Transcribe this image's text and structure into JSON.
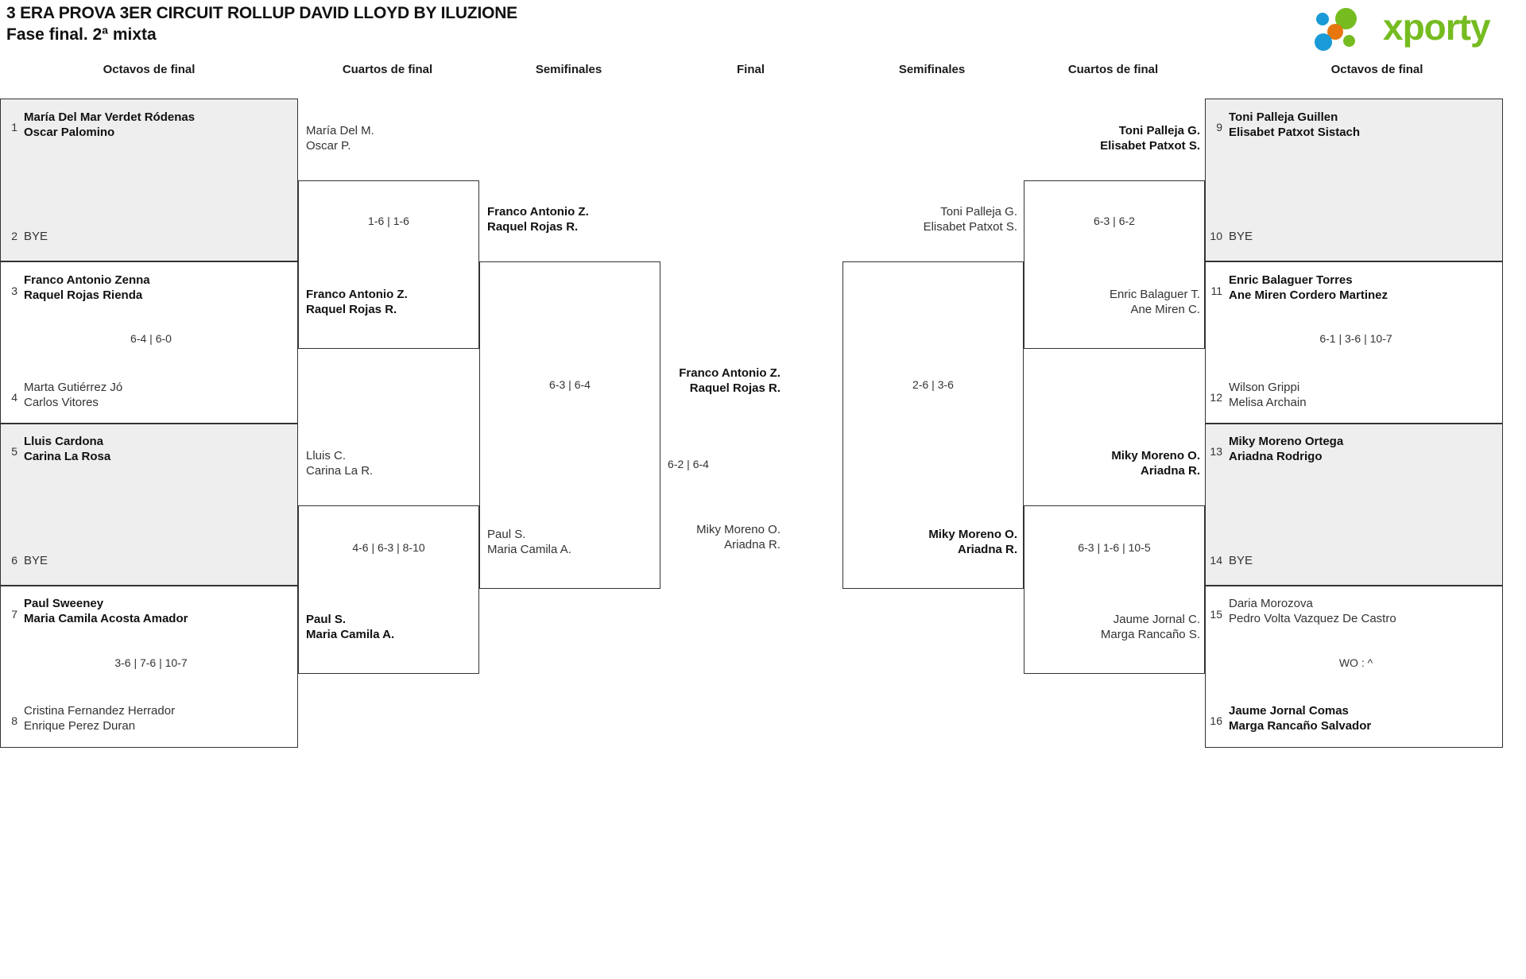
{
  "header": {
    "title": "3 ERA PROVA 3ER CIRCUIT ROLLUP DAVID LLOYD BY ILUZIONE",
    "phase": "Fase final. 2ª mixta",
    "brand": "xporty",
    "brand_color": "#76bc21",
    "logo_dot_colors": [
      "#1a9ad7",
      "#e8760e",
      "#76bc21"
    ]
  },
  "rounds": {
    "left_r16": "Octavos de final",
    "left_qf": "Cuartos de final",
    "left_sf": "Semifinales",
    "final": "Final",
    "right_sf": "Semifinales",
    "right_qf": "Cuartos de final",
    "right_r16": "Octavos de final"
  },
  "left_r16": [
    {
      "seed_top": "1",
      "top_l1": "María Del Mar Verdet Ródenas",
      "top_l2": "Oscar Palomino",
      "top_winner": true,
      "seed_bottom": "2",
      "bottom_l1": "BYE",
      "bottom_l2": "",
      "bottom_winner": false,
      "score": "",
      "shaded": true
    },
    {
      "seed_top": "3",
      "top_l1": "Franco Antonio Zenna",
      "top_l2": "Raquel Rojas Rienda",
      "top_winner": true,
      "seed_bottom": "4",
      "bottom_l1": "Marta Gutiérrez Jó",
      "bottom_l2": "Carlos Vitores",
      "bottom_winner": false,
      "score": "6-4 | 6-0",
      "shaded": false
    },
    {
      "seed_top": "5",
      "top_l1": "Lluis Cardona",
      "top_l2": "Carina La Rosa",
      "top_winner": true,
      "seed_bottom": "6",
      "bottom_l1": "BYE",
      "bottom_l2": "",
      "bottom_winner": false,
      "score": "",
      "shaded": true
    },
    {
      "seed_top": "7",
      "top_l1": "Paul Sweeney",
      "top_l2": "Maria Camila Acosta Amador",
      "top_winner": true,
      "seed_bottom": "8",
      "bottom_l1": "Cristina Fernandez Herrador",
      "bottom_l2": "Enrique Perez Duran",
      "bottom_winner": false,
      "score": "3-6 | 7-6 | 10-7",
      "shaded": false
    }
  ],
  "left_qf": [
    {
      "top_l1": "María Del M.",
      "top_l2": "Oscar P.",
      "top_winner": false,
      "bottom_l1": "Franco Antonio Z.",
      "bottom_l2": "Raquel Rojas R.",
      "bottom_winner": true,
      "score": "1-6 | 1-6"
    },
    {
      "top_l1": "Lluis C.",
      "top_l2": "Carina La R.",
      "top_winner": false,
      "bottom_l1": "Paul S.",
      "bottom_l2": "Maria Camila A.",
      "bottom_winner": true,
      "score": "4-6 | 6-3 | 8-10"
    }
  ],
  "left_sf": [
    {
      "top_l1": "Franco Antonio Z.",
      "top_l2": "Raquel Rojas R.",
      "top_winner": true,
      "bottom_l1": "Paul S.",
      "bottom_l2": "Maria Camila A.",
      "bottom_winner": false,
      "score": "6-3 | 6-4"
    }
  ],
  "final": {
    "top_l1": "Franco Antonio Z.",
    "top_l2": "Raquel Rojas R.",
    "top_winner": true,
    "bottom_l1": "Miky Moreno O.",
    "bottom_l2": "Ariadna R.",
    "bottom_winner": false,
    "score": "6-2 | 6-4"
  },
  "right_sf": [
    {
      "top_l1": "Toni Palleja G.",
      "top_l2": "Elisabet Patxot S.",
      "top_winner": false,
      "bottom_l1": "Miky Moreno O.",
      "bottom_l2": "Ariadna R.",
      "bottom_winner": true,
      "score": "2-6 | 3-6"
    }
  ],
  "right_qf": [
    {
      "top_l1": "Toni Palleja G.",
      "top_l2": "Elisabet Patxot S.",
      "top_winner": true,
      "bottom_l1": "Enric Balaguer T.",
      "bottom_l2": "Ane Miren C.",
      "bottom_winner": false,
      "score": "6-3 | 6-2"
    },
    {
      "top_l1": "Miky Moreno O.",
      "top_l2": "Ariadna R.",
      "top_winner": true,
      "bottom_l1": "Jaume Jornal C.",
      "bottom_l2": "Marga Rancaño S.",
      "bottom_winner": false,
      "score": "6-3 | 1-6 | 10-5"
    }
  ],
  "right_r16": [
    {
      "seed_top": "9",
      "top_l1": "Toni Palleja Guillen",
      "top_l2": "Elisabet Patxot Sistach",
      "top_winner": true,
      "seed_bottom": "10",
      "bottom_l1": "BYE",
      "bottom_l2": "",
      "bottom_winner": false,
      "score": "",
      "shaded": true
    },
    {
      "seed_top": "11",
      "top_l1": "Enric Balaguer Torres",
      "top_l2": "Ane Miren Cordero Martinez",
      "top_winner": true,
      "seed_bottom": "12",
      "bottom_l1": "Wilson Grippi",
      "bottom_l2": "Melisa Archain",
      "bottom_winner": false,
      "score": "6-1 | 3-6 | 10-7",
      "shaded": false
    },
    {
      "seed_top": "13",
      "top_l1": "Miky Moreno Ortega",
      "top_l2": "Ariadna Rodrigo",
      "top_winner": true,
      "seed_bottom": "14",
      "bottom_l1": "BYE",
      "bottom_l2": "",
      "bottom_winner": false,
      "score": "",
      "shaded": true
    },
    {
      "seed_top": "15",
      "top_l1": "Daria Morozova",
      "top_l2": "Pedro Volta Vazquez De Castro",
      "top_winner": false,
      "seed_bottom": "16",
      "bottom_l1": "Jaume Jornal Comas",
      "bottom_l2": "Marga Rancaño Salvador",
      "bottom_winner": true,
      "score": "WO : ^",
      "shaded": false
    }
  ]
}
